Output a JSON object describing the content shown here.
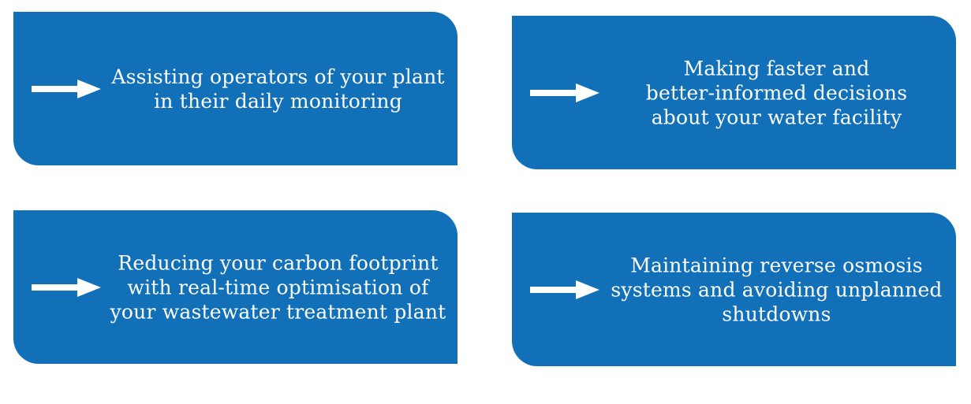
{
  "cards": [
    {
      "text": "Assisting operators of your plant\nin their daily monitoring",
      "icon": "arrow-right-icon"
    },
    {
      "text": "Making faster and\nbetter-informed decisions\nabout your water facility",
      "icon": "arrow-right-icon"
    },
    {
      "text": "Reducing your carbon footprint\nwith real-time optimisation of\nyour wastewater treatment plant",
      "icon": "arrow-right-icon"
    },
    {
      "text": "Maintaining reverse osmosis\nsystems and avoiding unplanned\nshutdowns",
      "icon": "arrow-right-icon"
    }
  ],
  "colors": {
    "card_background": "#1170b8",
    "text": "#ffffff",
    "page_background": "#ffffff"
  }
}
